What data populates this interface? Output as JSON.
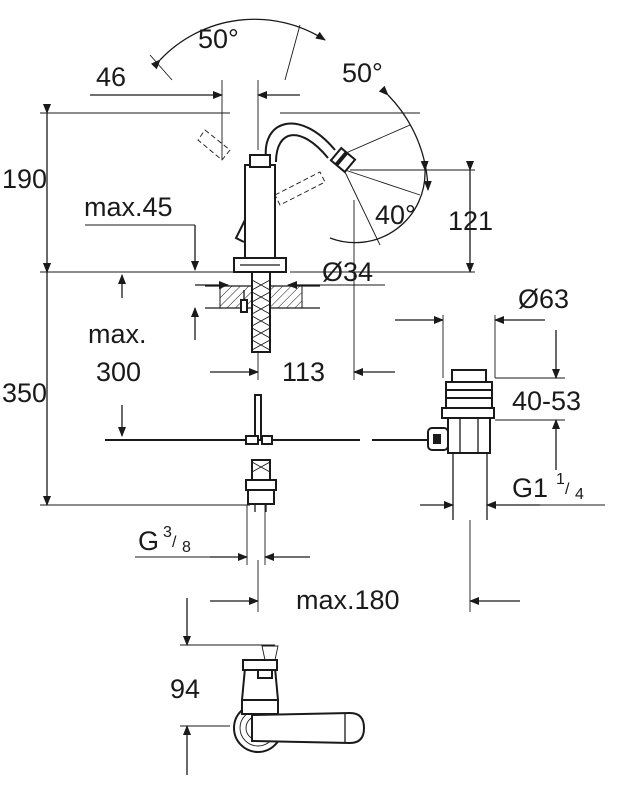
{
  "dimensions": {
    "angle_top": "50°",
    "angle_right": "50°",
    "angle_lower": "40°",
    "spout_offset": "46",
    "total_height": "190",
    "max_deck": "max.45",
    "spout_height": "121",
    "base_diameter": "Ø34",
    "waste_diameter": "Ø63",
    "max_hose_1": "max.",
    "max_hose_2": "300",
    "spout_reach": "113",
    "below_deck": "350",
    "waste_adjust": "40-53",
    "waste_thread_main": "G1",
    "waste_thread_num": "1",
    "waste_thread_den": "4",
    "inlet_thread_main": "G",
    "inlet_thread_num": "3",
    "inlet_thread_den": "8",
    "max_rod": "max.180",
    "top_view_depth": "94"
  }
}
